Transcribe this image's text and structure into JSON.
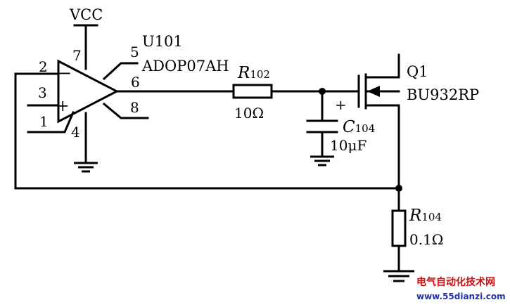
{
  "opamp": {
    "power": "VCC",
    "ref": "U101",
    "part": "ADOP07AH",
    "pins": {
      "p1": "1",
      "p2": "2",
      "p3": "3",
      "p4": "4",
      "p5": "5",
      "p6": "6",
      "p7": "7",
      "p8": "8"
    },
    "minus_sign": "−",
    "plus_sign": "+"
  },
  "r102": {
    "name": "R",
    "index": "102",
    "value": "10Ω"
  },
  "c104": {
    "name": "C",
    "index": "104",
    "value": "10μF",
    "polarity": "+"
  },
  "q1": {
    "ref": "Q1",
    "part": "BU932RP"
  },
  "r104": {
    "name": "R",
    "index": "104",
    "value": "0.1Ω"
  },
  "watermark": {
    "line1": "电气自动化技术网",
    "line2": "www.55dianzi.com",
    "color1": "#cc1111",
    "color2": "#2233aa"
  },
  "colors": {
    "line": "#000000",
    "background": "#ffffff"
  }
}
